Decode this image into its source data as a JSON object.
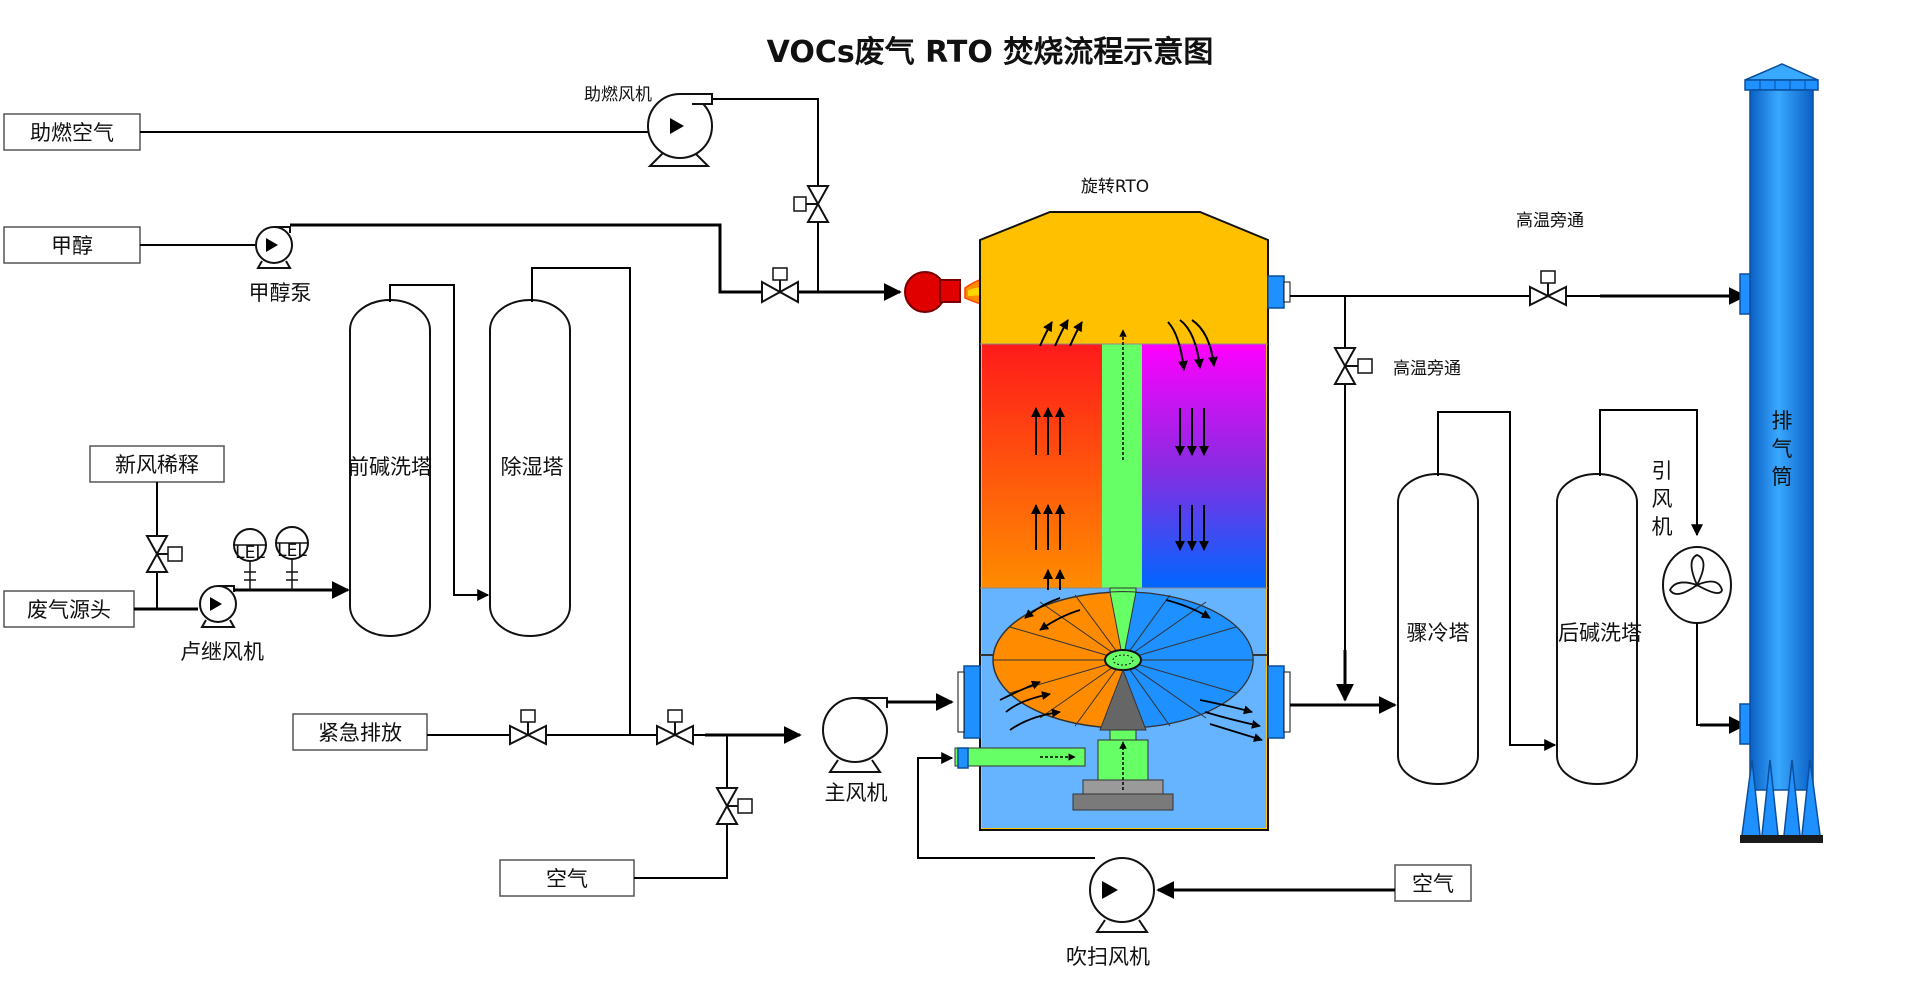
{
  "title": "VOCs废气 RTO 焚烧流程示意图",
  "inputs": {
    "combustion_air": "助燃空气",
    "methanol": "甲醇",
    "fresh_air_dilution": "新风稀释",
    "waste_gas_source": "废气源头",
    "emergency_discharge": "紧急排放",
    "air_left": "空气",
    "air_right": "空气"
  },
  "equipment": {
    "combustion_fan": "助燃风机",
    "methanol_pump": "甲醇泵",
    "booster_fan": "卢继风机",
    "lel_1": "LEL",
    "lel_2": "LEL",
    "pre_alkali_tower": "前碱洗塔",
    "dehumid_tower": "除湿塔",
    "rotary_rto": "旋转RTO",
    "main_fan": "主风机",
    "purge_fan": "吹扫风机",
    "quench_tower": "骤冷塔",
    "post_alkali_tower": "后碱洗塔",
    "induced_fan": [
      "引",
      "风",
      "机"
    ],
    "stack": [
      "排",
      "气",
      "筒"
    ],
    "hot_bypass_top": "高温旁通",
    "hot_bypass_side": "高温旁通"
  },
  "colors": {
    "rto_top": "#ffc000",
    "rto_hot_left_top": "#ff1a1a",
    "rto_hot_left_bottom": "#ff8c00",
    "rto_hot_right_top": "#ff00ff",
    "rto_hot_right_bottom": "#0066ff",
    "rto_center": "#66ff66",
    "rto_bottom": "#66b3ff",
    "stack": "#1e90ff",
    "burner": "#e00000"
  }
}
